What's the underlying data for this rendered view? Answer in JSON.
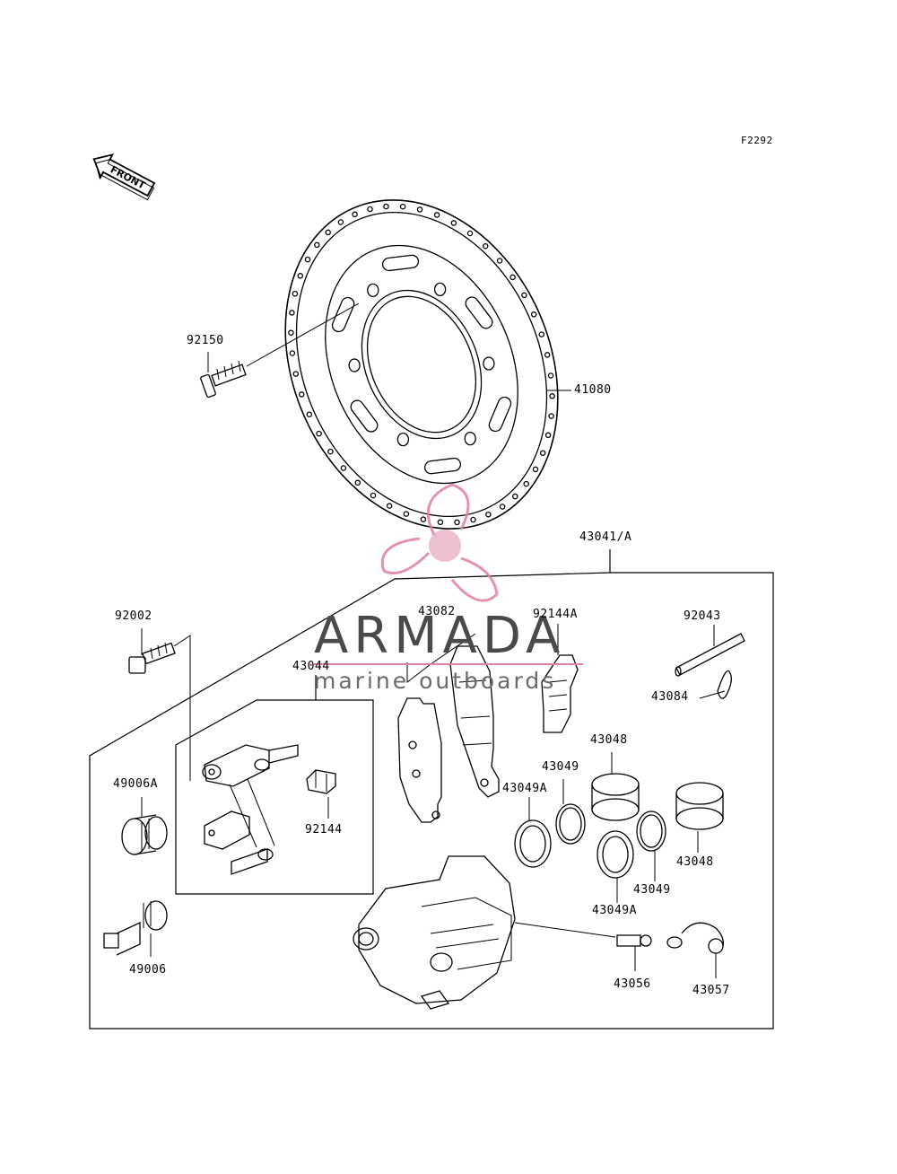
{
  "figure_code": "F2292",
  "front_label": "FRONT",
  "watermark": {
    "name": "ARMADA",
    "tagline": "marine outboards",
    "accent_color": "#e07fa6"
  },
  "part_labels": {
    "p92150": "92150",
    "p41080": "41080",
    "p43041A": "43041/A",
    "p92002": "92002",
    "p43082": "43082",
    "p92144A": "92144A",
    "p92043": "92043",
    "p43044": "43044",
    "p43084": "43084",
    "p43048_top": "43048",
    "p43049_top": "43049",
    "p43049A_top": "43049A",
    "p49006A": "49006A",
    "p92144": "92144",
    "p43048_right": "43048",
    "p43049_right": "43049",
    "p43049A_bottom": "43049A",
    "p49006": "49006",
    "p43056": "43056",
    "p43057": "43057"
  }
}
